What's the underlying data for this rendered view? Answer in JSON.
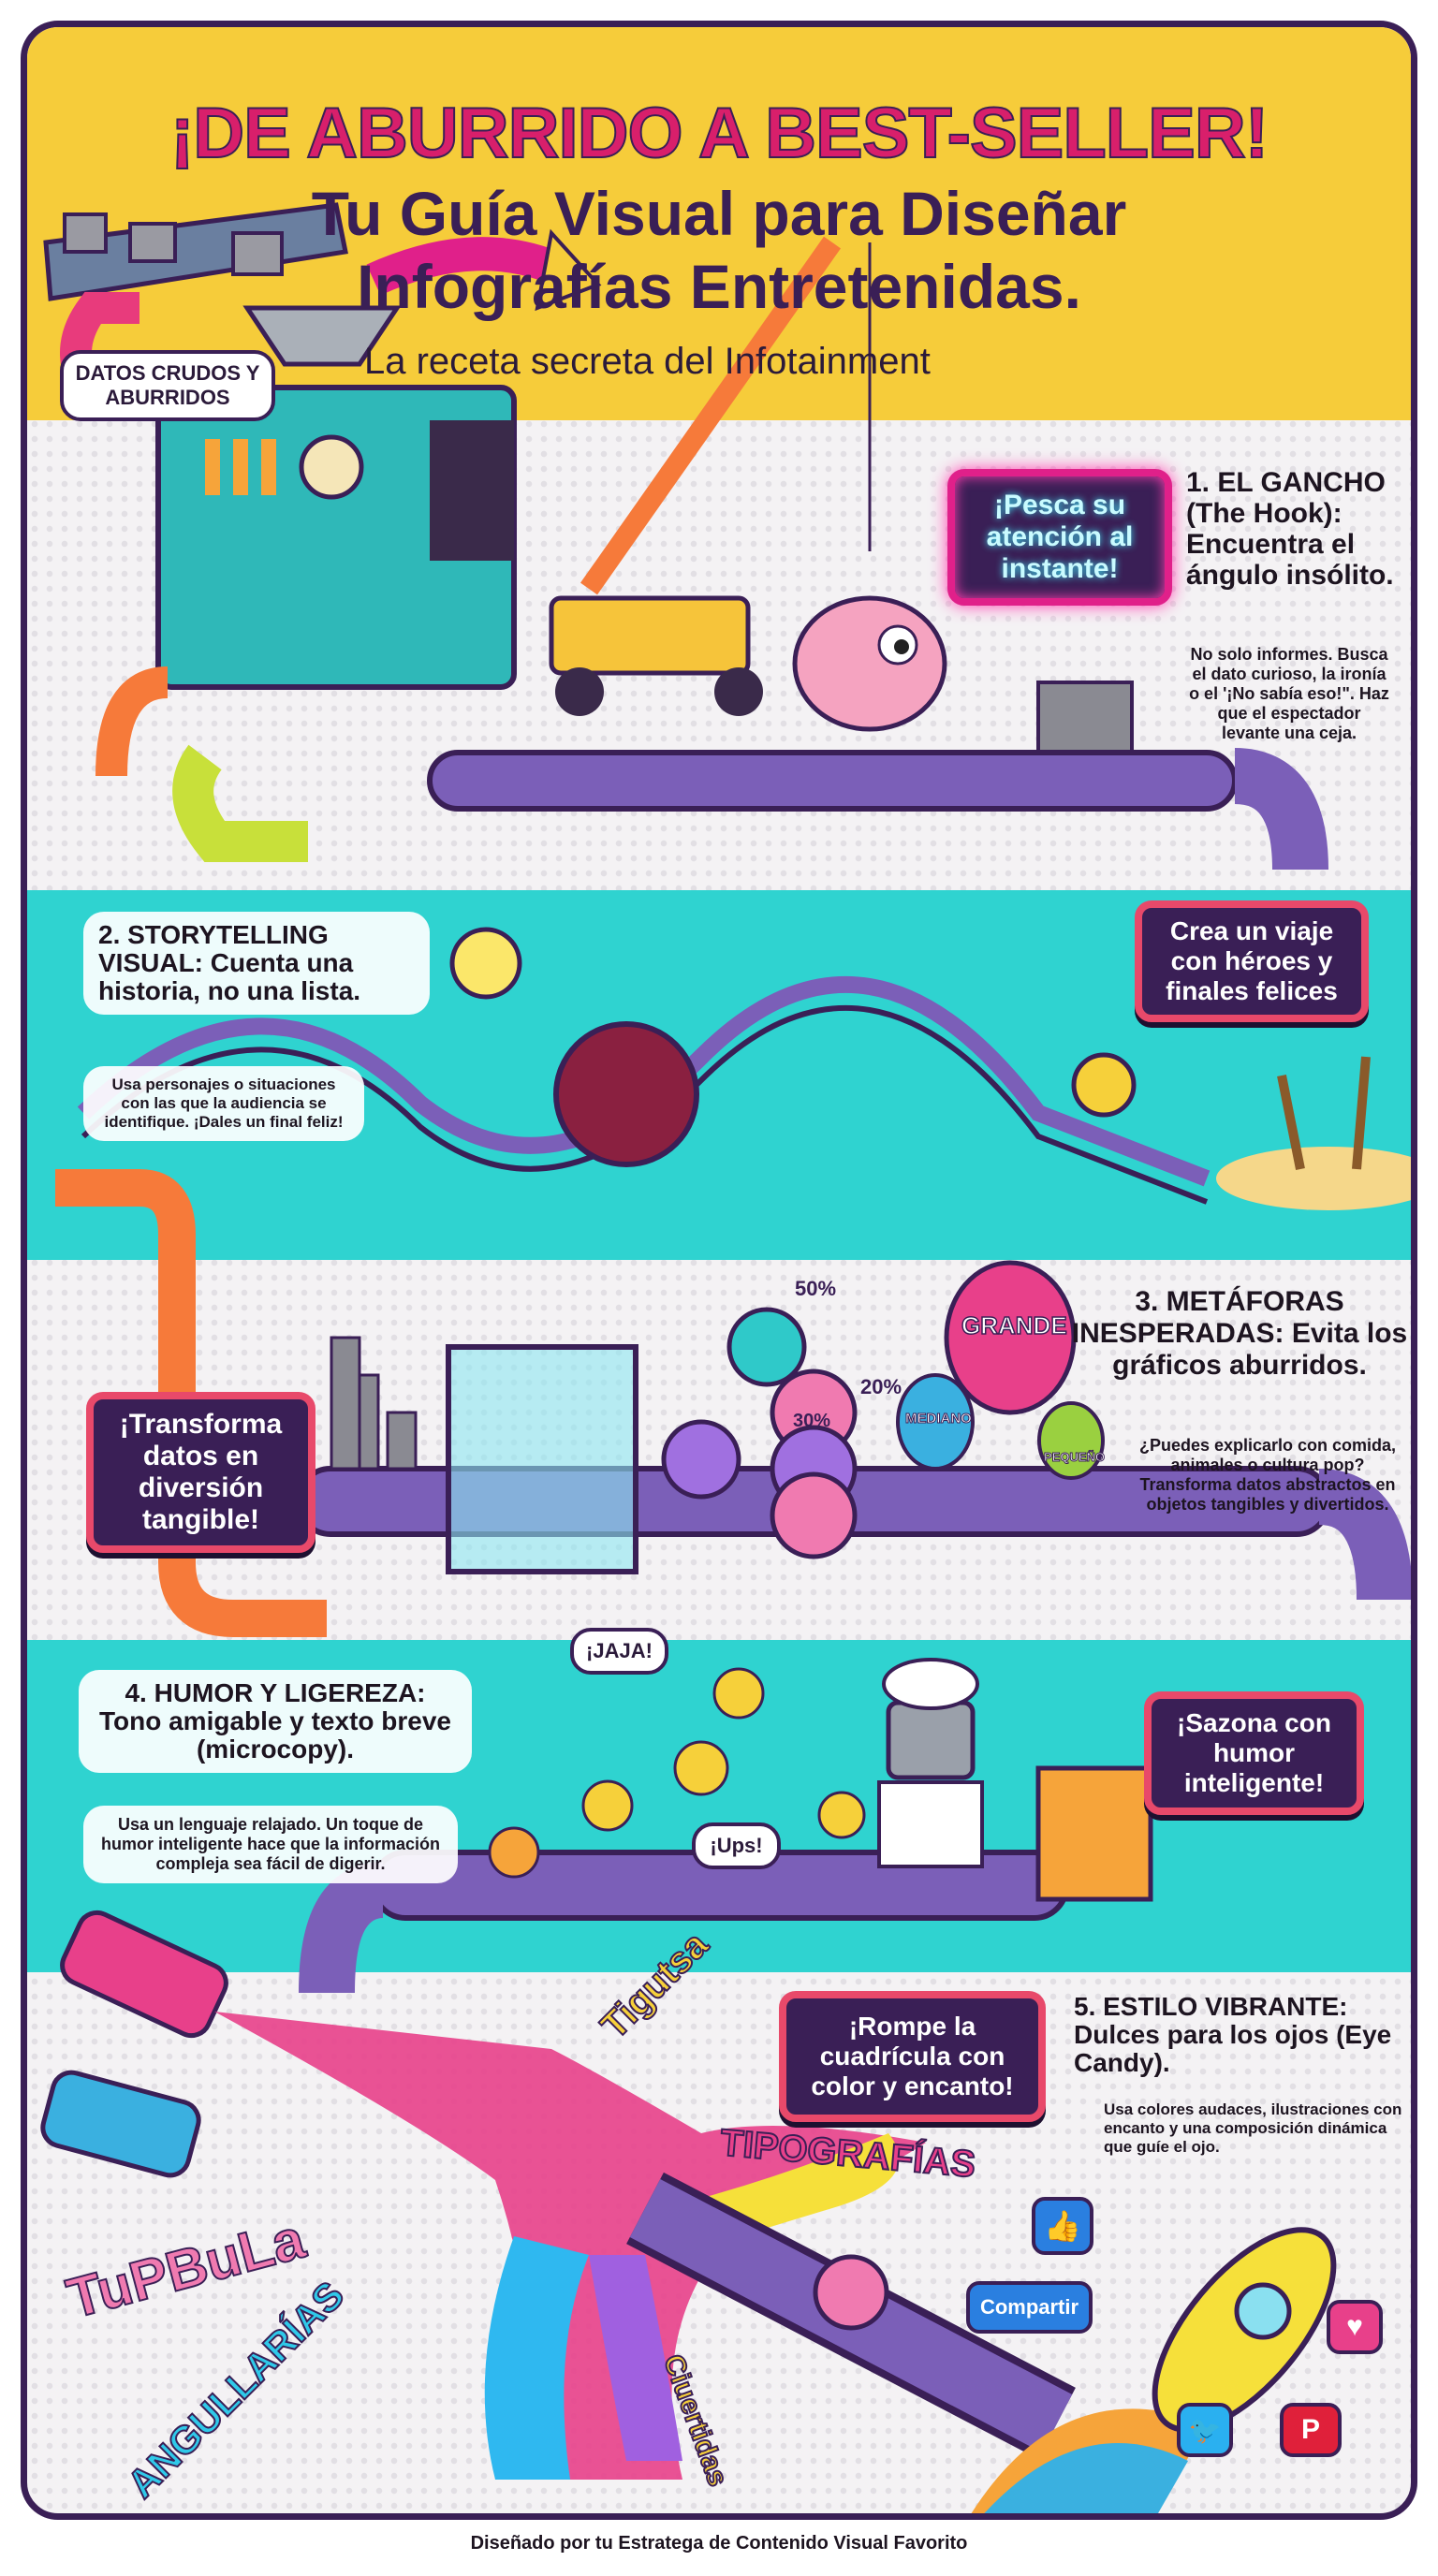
{
  "header": {
    "title_line1": "¡DE ABURRIDO A BEST-SELLER!",
    "title_line2": "Tu Guía Visual para Diseñar",
    "title_line3": "Infografías Entretenidas.",
    "subtitle": "La receta secreta del Infotainment",
    "raw_data_label": "DATOS CRUDOS Y ABURRIDOS"
  },
  "sections": [
    {
      "heading": "1. EL GANCHO (The Hook): Encuentra el ángulo insólito.",
      "body": "No solo informes. Busca el dato curioso, la ironía o el '¡No sabía eso!\". Haz que el espectador levante una ceja.",
      "sign": "¡Pesca su atención al instante!"
    },
    {
      "heading": "2. STORYTELLING VISUAL: Cuenta una historia, no una lista.",
      "body": "Usa personajes o situaciones con las que la audiencia se identifique. ¡Dales un final feliz!",
      "sign": "Crea un viaje con héroes y finales felices"
    },
    {
      "heading": "3. METÁFORAS INESPERADAS: Evita los gráficos aburridos.",
      "body": "¿Puedes explicarlo con comida, animales o cultura pop? Transforma datos abstractos en objetos tangibles y divertidos.",
      "sign": "¡Transforma datos en diversión tangible!",
      "balloons": [
        "GRANDE",
        "MEDIANO",
        "PEQUEÑO"
      ],
      "donut_labels": [
        "50%",
        "20%",
        "30%"
      ]
    },
    {
      "heading": "4. HUMOR Y LIGEREZA: Tono amigable y texto breve (microcopy).",
      "body": "Usa un lenguaje relajado. Un toque de humor inteligente hace que la información compleja sea fácil de digerir.",
      "sign": "¡Sazona con humor inteligente!",
      "bubbles": [
        "¡JAJA!",
        "¡Ups!"
      ]
    },
    {
      "heading": "5. ESTILO VIBRANTE: Dulces para los ojos (Eye Candy).",
      "body": "Usa colores audaces, ilustraciones con encanto y una composición dinámica que guíe el ojo.",
      "sign": "¡Rompe la cuadrícula con color y encanto!",
      "share_button": "Compartir",
      "deco_words": [
        "Tigutsa",
        "TIPOGRAFÍAS",
        "TuPBuLa",
        "ANGULLARÍAS",
        "Ciuertidas"
      ],
      "social_icons": [
        "thumbs-up-icon",
        "heart-icon",
        "twitter-icon",
        "pinterest-icon"
      ]
    }
  ],
  "footer": "Diseñado por tu Estratega de Contenido Visual Favorito",
  "colors": {
    "yellow": "#f6cc3a",
    "teal": "#2fd3d0",
    "purple": "#3a1f56",
    "pink": "#e0208a",
    "belt": "#7b5fb8"
  }
}
